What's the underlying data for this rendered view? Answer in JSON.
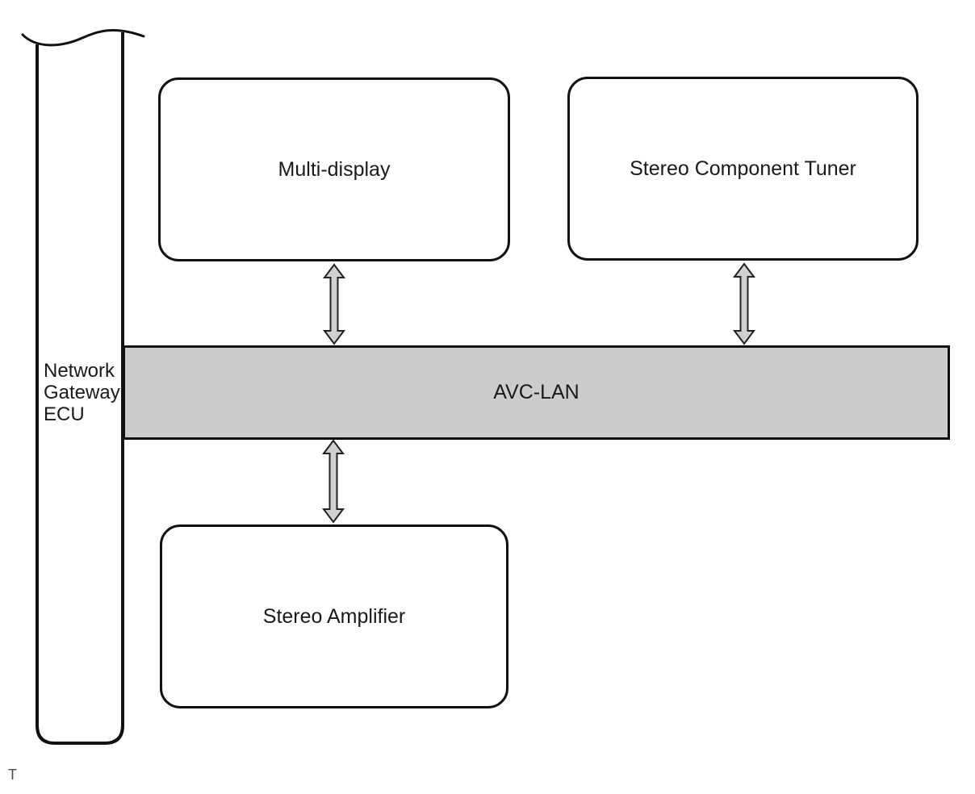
{
  "diagram": {
    "gateway": {
      "label": "Network\nGateway\nECU"
    },
    "bus": {
      "label": "AVC-LAN"
    },
    "nodes": [
      {
        "id": "multi-display",
        "label": "Multi-display"
      },
      {
        "id": "stereo-component-tuner",
        "label": "Stereo Component Tuner"
      },
      {
        "id": "stereo-amplifier",
        "label": "Stereo Amplifier"
      }
    ],
    "connections": [
      {
        "from": "multi-display",
        "to": "avc-lan-bus",
        "type": "bidirectional"
      },
      {
        "from": "stereo-component-tuner",
        "to": "avc-lan-bus",
        "type": "bidirectional"
      },
      {
        "from": "stereo-amplifier",
        "to": "avc-lan-bus",
        "type": "bidirectional"
      },
      {
        "from": "network-gateway-ecu",
        "to": "avc-lan-bus",
        "type": "direct"
      }
    ],
    "footnote": "T",
    "colors": {
      "line": "#111111",
      "bus_fill": "#cccccc",
      "arrow_fill": "#d0d0d0",
      "arrow_outline": "#222222",
      "footnote_color": "#4a4a4a",
      "background": "#ffffff"
    }
  }
}
